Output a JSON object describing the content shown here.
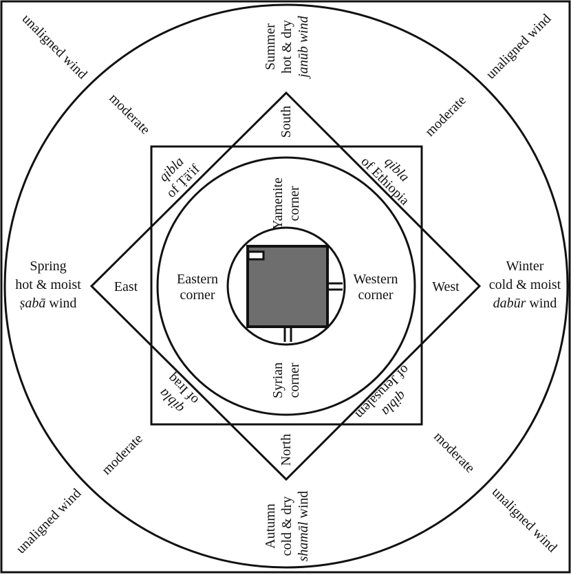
{
  "colors": {
    "ink": "#111111",
    "kaaba_fill": "#6e6e6e",
    "background": "#ffffff"
  },
  "corners_outer": {
    "unaligned": "unaligned wind"
  },
  "moderate": "moderate",
  "seasons": {
    "summer": {
      "line1": "Summer",
      "line2": "hot & dry",
      "line3": "janūb wind"
    },
    "winter": {
      "line1": "Winter",
      "line2": "cold & moist",
      "line3_italic": "dabūr",
      "line3_rest": " wind"
    },
    "autumn": {
      "line1": "Autumn",
      "line2": "cold & dry",
      "line3_italic": "shamāl",
      "line3_rest": " wind"
    },
    "spring": {
      "line1": "Spring",
      "line2": "hot & moist",
      "line3_italic": "ṣabā",
      "line3_rest": " wind"
    }
  },
  "directions": {
    "south": "South",
    "north": "North",
    "east": "East",
    "west": "West"
  },
  "qibla": {
    "word": "qibla",
    "taif": "of Ṭā'if",
    "ethiopia": "of Ethiopia",
    "iraq": "of Iraq",
    "jerusalem": "of Jerusalem"
  },
  "kaaba_corners": {
    "yamenite": {
      "line1": "Yamenite",
      "line2": "corner"
    },
    "eastern": {
      "line1": "Eastern",
      "line2": "corner"
    },
    "western": {
      "line1": "Western",
      "line2": "corner"
    },
    "syrian": {
      "line1": "Syrian",
      "line2": "corner"
    }
  }
}
